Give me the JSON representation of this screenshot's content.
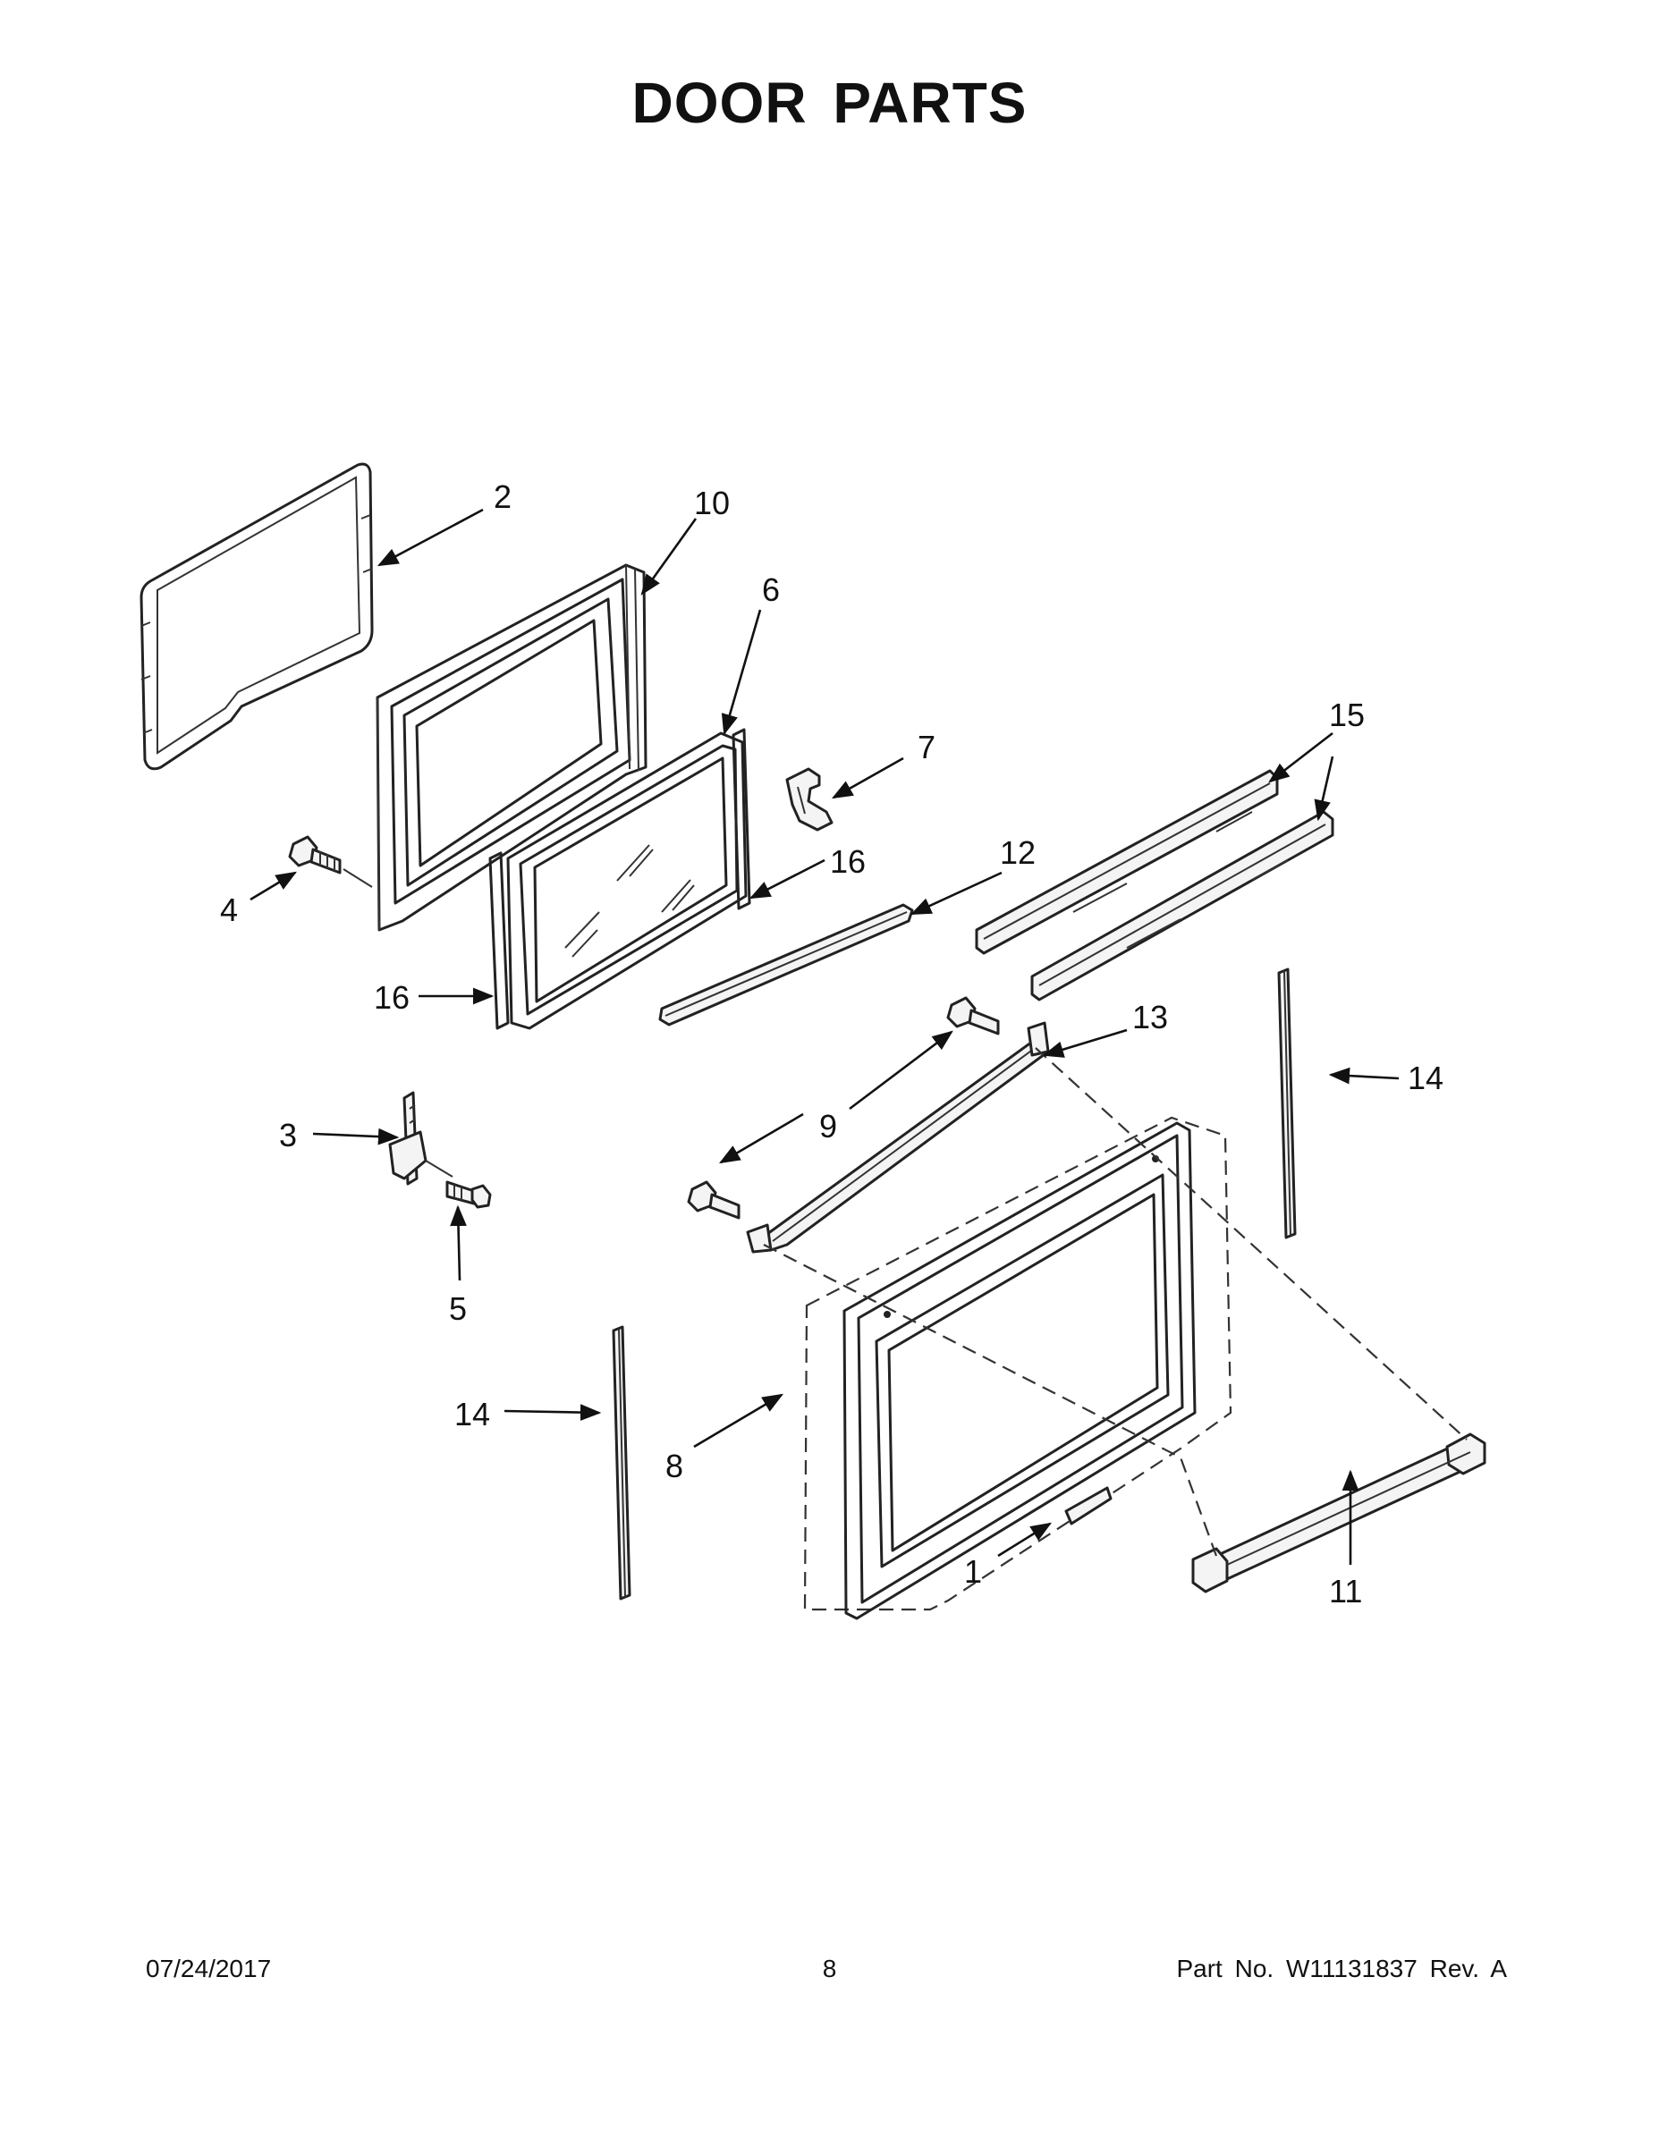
{
  "page": {
    "title": "DOOR PARTS",
    "date": "07/24/2017",
    "page_number": "8",
    "part_number": "Part No.  W11131837  Rev.  A"
  },
  "callouts": {
    "c1": "1",
    "c2": "2",
    "c3": "3",
    "c4": "4",
    "c5": "5",
    "c6": "6",
    "c7": "7",
    "c8": "8",
    "c9": "9",
    "c10": "10",
    "c11": "11",
    "c12": "12",
    "c13": "13",
    "c14a": "14",
    "c14b": "14",
    "c15": "15",
    "c16a": "16",
    "c16b": "16"
  }
}
